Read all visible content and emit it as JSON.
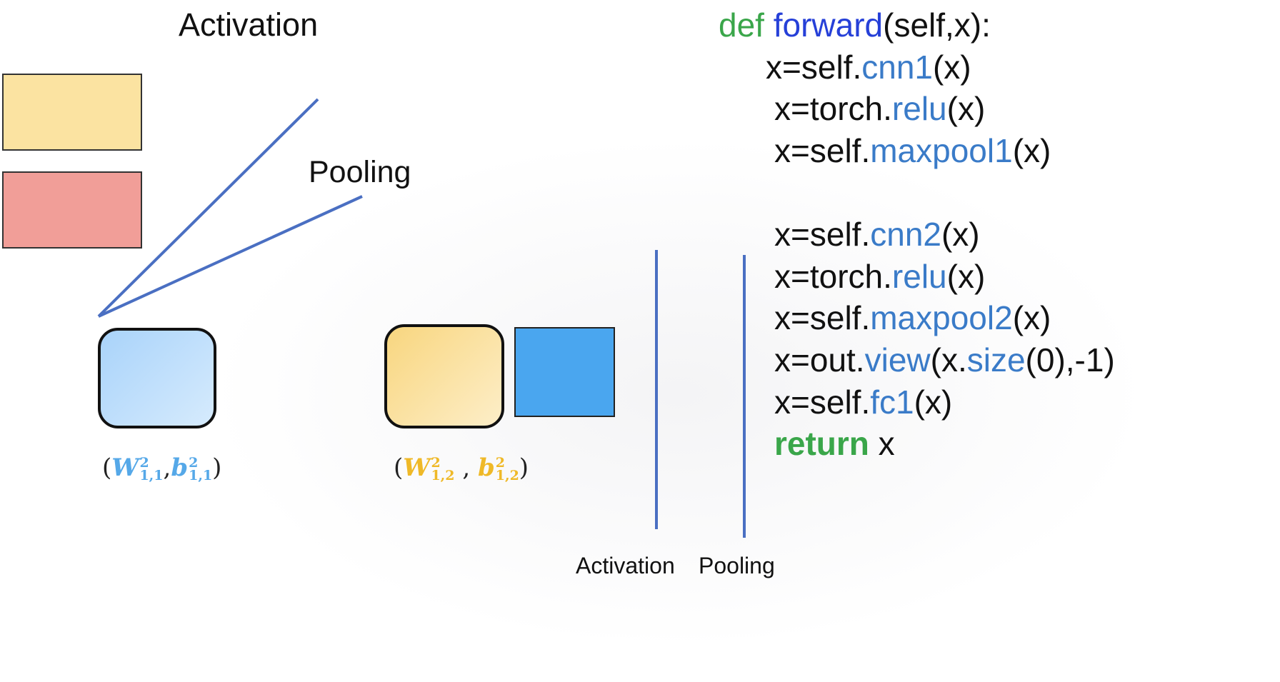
{
  "labels": {
    "activation_top": "Activation",
    "pooling_mid": "Pooling",
    "activation_bottom": "Activation",
    "pooling_bottom": "Pooling"
  },
  "params": {
    "blue": {
      "open": "(",
      "w": "W",
      "w_sup": "2",
      "w_sub": "1,1",
      "sep": ",",
      "b": "b",
      "b_sup": "2",
      "b_sub": "1,1",
      "close": ")"
    },
    "orange": {
      "open": "(",
      "w": "W",
      "w_sup": "2",
      "w_sub": "1,2",
      "sep": " ,",
      "b": "b",
      "b_sup": "2",
      "b_sub": "1,2",
      "close": ")"
    }
  },
  "code": {
    "line1": {
      "kw": "def",
      "name": "forward",
      "rest": "(self,x):"
    },
    "line2": {
      "pre": "x=self.",
      "fn": "cnn1",
      "post": "(x)"
    },
    "line3": {
      "pre": "x=torch.",
      "fn": "relu",
      "post": "(x)"
    },
    "line4": {
      "pre": "x=self.",
      "fn": "maxpool1",
      "post": "(x)"
    },
    "line5": {
      "pre": "x=self.",
      "fn": "cnn2",
      "post": "(x)"
    },
    "line6": {
      "pre": "x=torch.",
      "fn": "relu",
      "post": "(x)"
    },
    "line7": {
      "pre": "x=self.",
      "fn": "maxpool2",
      "post": "(x)"
    },
    "line8": {
      "pre": "x=out.",
      "fn": "view",
      "mid": "(x.",
      "fn2": "size",
      "post": "(0),-1)"
    },
    "line9": {
      "pre": "x=self.",
      "fn": "fc1",
      "post": "(x)"
    },
    "line10": {
      "kw": "return",
      "post": " x"
    }
  },
  "colors": {
    "swatch_yellow": "#fbe3a1",
    "swatch_red": "#f19e98",
    "line_blue": "#4a6fc2",
    "filter_blue": "#b9dcfa",
    "filter_orange": "#f9dc96",
    "square_blue": "#4aa6ef",
    "param_blue": "#55a8e8",
    "param_orange": "#efb928"
  }
}
